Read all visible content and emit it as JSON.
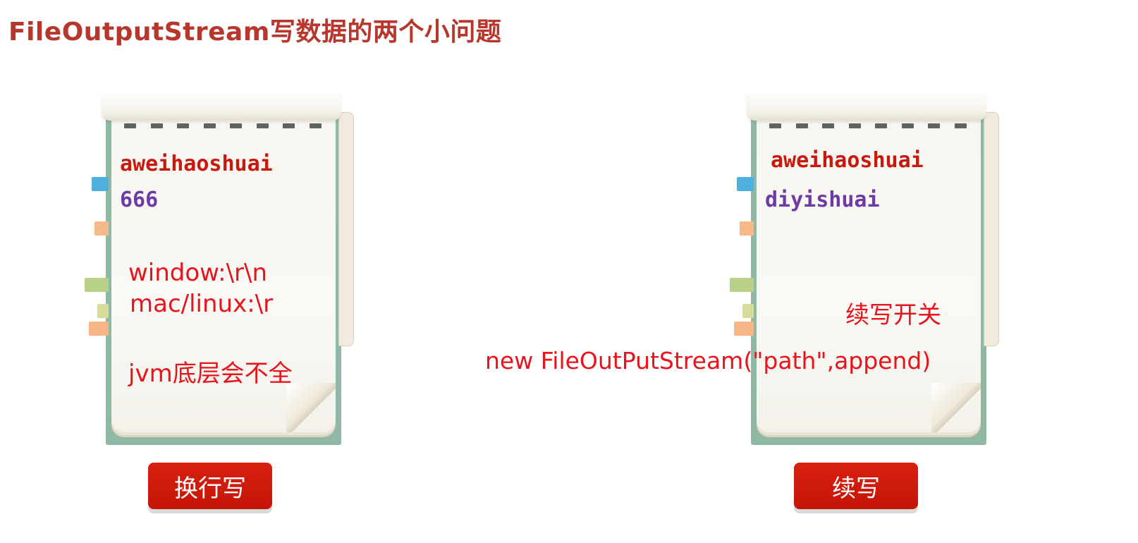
{
  "title": "FileOutputStream写数据的两个小问题",
  "left_notebook": {
    "line1": "aweihaoshuai",
    "line2": "666",
    "windows_newline": "window:\\r\\n",
    "mac_newline": "mac/linux:\\r",
    "jvm_note": "jvm底层会不全"
  },
  "right_notebook": {
    "line1": "aweihaoshuai",
    "line2": "diyishuai",
    "append_switch": "续写开关"
  },
  "code_snippet": "new FileOutPutStream(\"path\",append)",
  "buttons": {
    "newline_write": "换行写",
    "append_write": "续写"
  },
  "colors": {
    "title": "#b7372c",
    "red_text": "#c8190f",
    "purple_text": "#6e3aa4",
    "note_text": "#e8141c",
    "button": "#d0190c",
    "notebook_cover": "#8fb8a5"
  }
}
